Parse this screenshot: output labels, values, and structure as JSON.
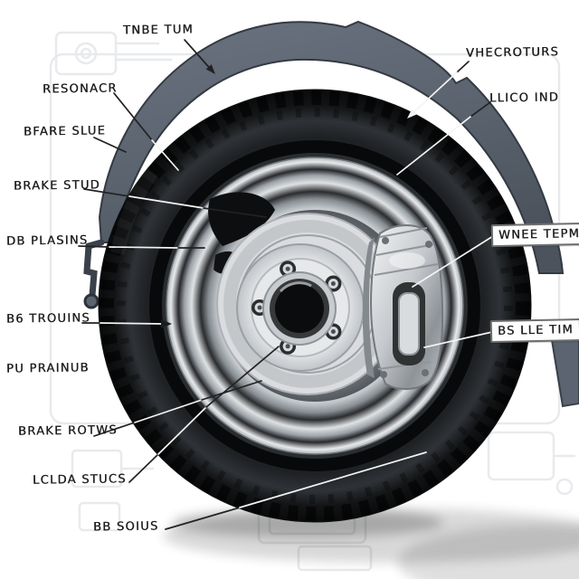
{
  "diagram": {
    "type": "labeled-parts-diagram",
    "subject": "car wheel, tire and disc brake assembly",
    "labels": [
      {
        "id": "tnbe-tum",
        "text": "TNBE TUM",
        "side": "top-left"
      },
      {
        "id": "resonacr",
        "text": "RESONACR",
        "side": "left"
      },
      {
        "id": "bfare-slue",
        "text": "BFARE SLUE",
        "side": "left"
      },
      {
        "id": "brake-stud",
        "text": "BRAKE STUD",
        "side": "left"
      },
      {
        "id": "db-plasins",
        "text": "DB PLASINS",
        "side": "left"
      },
      {
        "id": "b6-trouins",
        "text": "B6 TROUINS",
        "side": "left"
      },
      {
        "id": "pu-prainub",
        "text": "PU PRAINUB",
        "side": "left"
      },
      {
        "id": "brake-rotws",
        "text": "BRAKE ROTWS",
        "side": "bottom-left"
      },
      {
        "id": "lclda-stucs",
        "text": "LCLDA STUCS",
        "side": "bottom-left"
      },
      {
        "id": "bb-soius",
        "text": "BB SOIUS",
        "side": "bottom"
      },
      {
        "id": "vhecroturs",
        "text": "VHECROTURS",
        "side": "top-right"
      },
      {
        "id": "llico-ind",
        "text": "LLICO IND",
        "side": "top-right"
      },
      {
        "id": "wnee-tepm",
        "text": "WNEE TEPM",
        "side": "right",
        "boxed": true
      },
      {
        "id": "bs-lle-tim",
        "text": "BS LLE TIM",
        "side": "right",
        "boxed": true
      }
    ],
    "colors": {
      "background": "#ffffff",
      "blueprint_lines": "#e8eaed",
      "fender": "#5b6470",
      "fender_edge": "#343a42",
      "tire": "#17181a",
      "rim_chrome": "#e9ebed",
      "rotor": "#dadcdf",
      "caliper": "#c9ccd0",
      "label_ink": "#1e1e1e",
      "leader_light": "#f4f4f4"
    }
  }
}
